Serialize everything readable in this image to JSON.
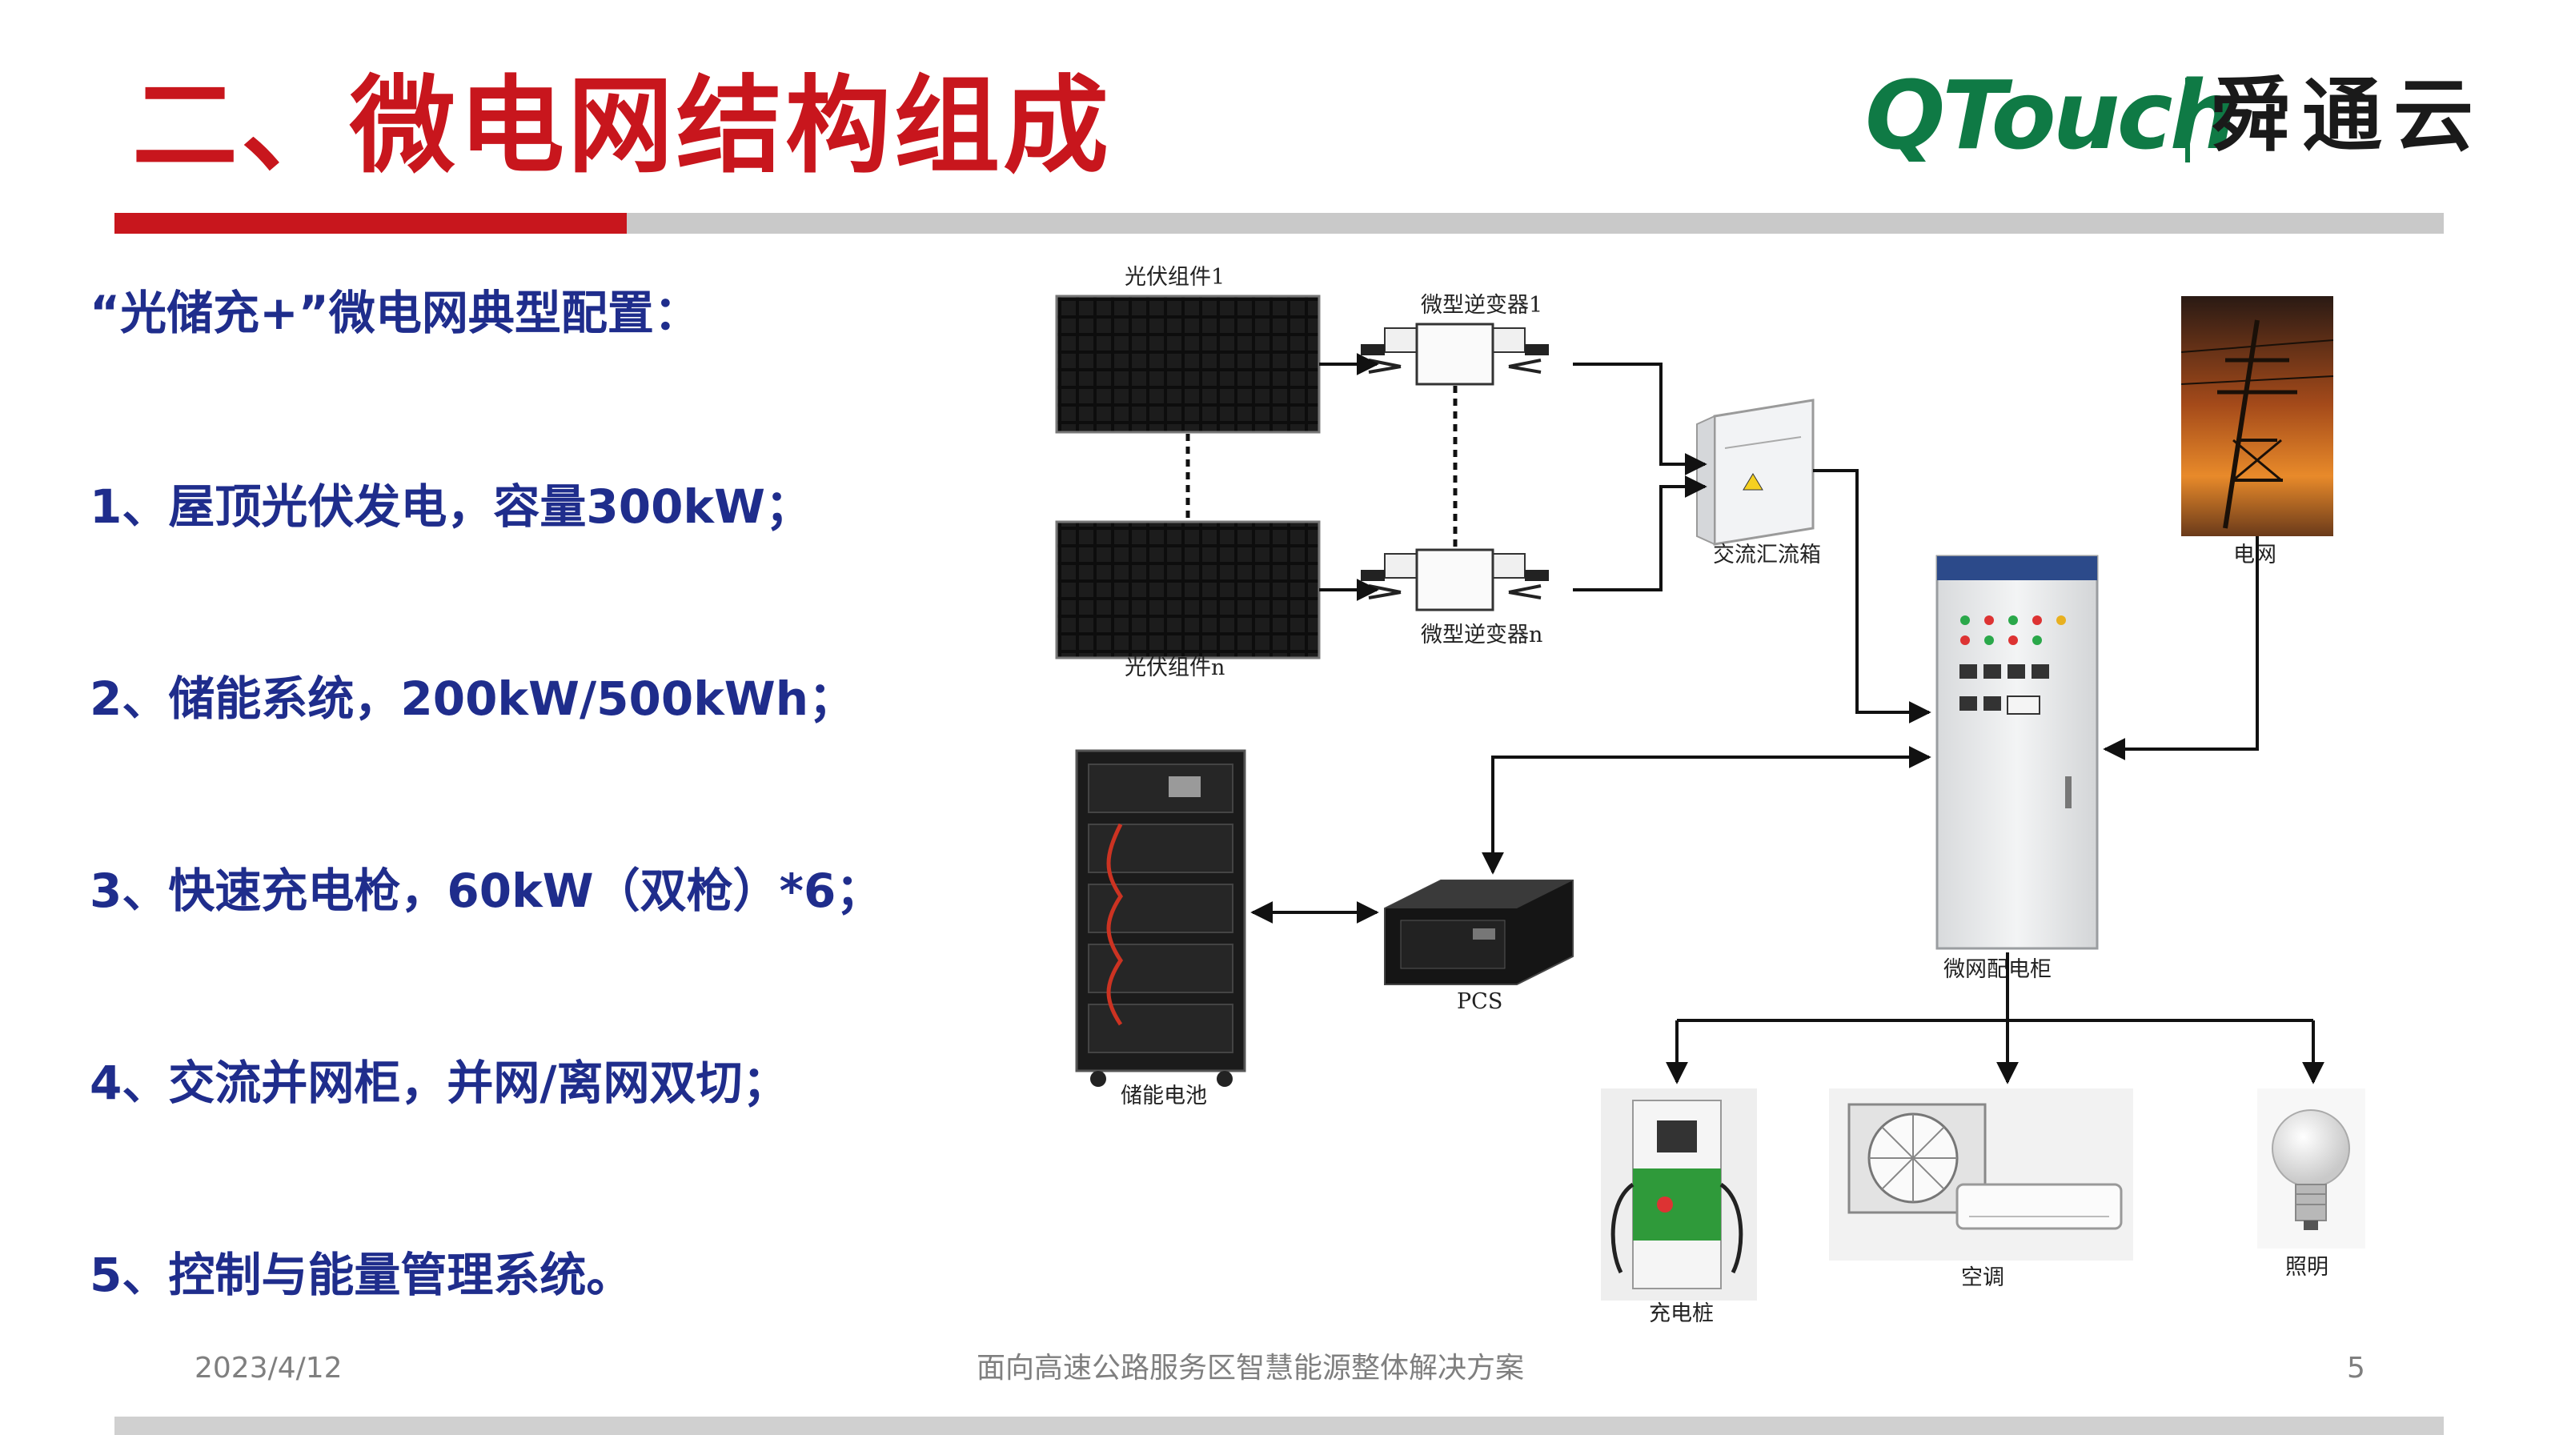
{
  "header": {
    "title": "二、微电网结构组成",
    "logo_text": "QTouch",
    "logo_cn": "舜通云"
  },
  "bullets": {
    "heading": "“光储充+”微电网典型配置：",
    "items": [
      "1、屋顶光伏发电，容量300kW；",
      "2、储能系统，200kW/500kWh；",
      "3、快速充电枪，60kW（双枪）*6；",
      "4、交流并网柜，并网/离网双切；",
      "5、控制与能量管理系统。"
    ]
  },
  "diagram": {
    "pv_module_1": "光伏组件1",
    "pv_module_n": "光伏组件n",
    "micro_inverter_1": "微型逆变器1",
    "micro_inverter_n": "微型逆变器n",
    "ac_combiner": "交流汇流箱",
    "grid": "电网",
    "microgrid_cabinet": "微网配电柜",
    "storage_battery": "储能电池",
    "pcs": "PCS",
    "charging_pile": "充电桩",
    "air_conditioner": "空调",
    "lighting": "照明"
  },
  "footer": {
    "date": "2023/4/12",
    "center": "面向高速公路服务区智慧能源整体解决方案",
    "page": "5"
  },
  "colors": {
    "title_red": "#c8161d",
    "bullet_blue": "#1f2d8c",
    "logo_green": "#0f7a45",
    "footer_grey": "#7f7f7f"
  }
}
